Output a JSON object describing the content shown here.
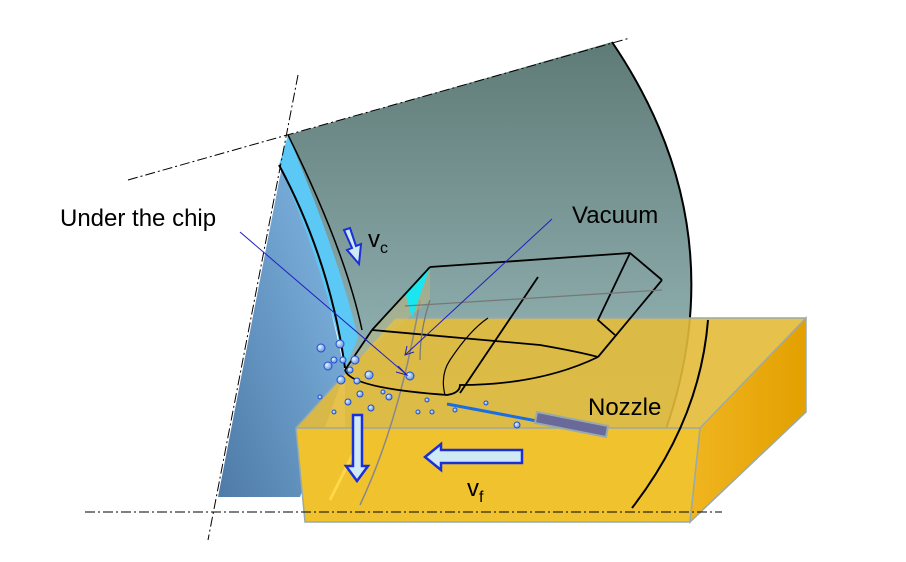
{
  "labels": {
    "under_chip": "Under the chip",
    "vacuum": "Vacuum",
    "nozzle": "Nozzle",
    "vc_main": "v",
    "vc_sub": "c",
    "vf_main": "v",
    "vf_sub": "f"
  },
  "colors": {
    "tool_face": "#6fa3d8",
    "rake_band": "#5bc8f5",
    "wheel": "#6e8e8c",
    "workpiece_top": "#e3bb3a",
    "workpiece_front": "#f0c22e",
    "workpiece_side": "#e9a80c",
    "arrow_stroke": "#1a2fd6",
    "arrow_fill": "#cfe9f5",
    "nozzle": "#6a6a9a"
  }
}
